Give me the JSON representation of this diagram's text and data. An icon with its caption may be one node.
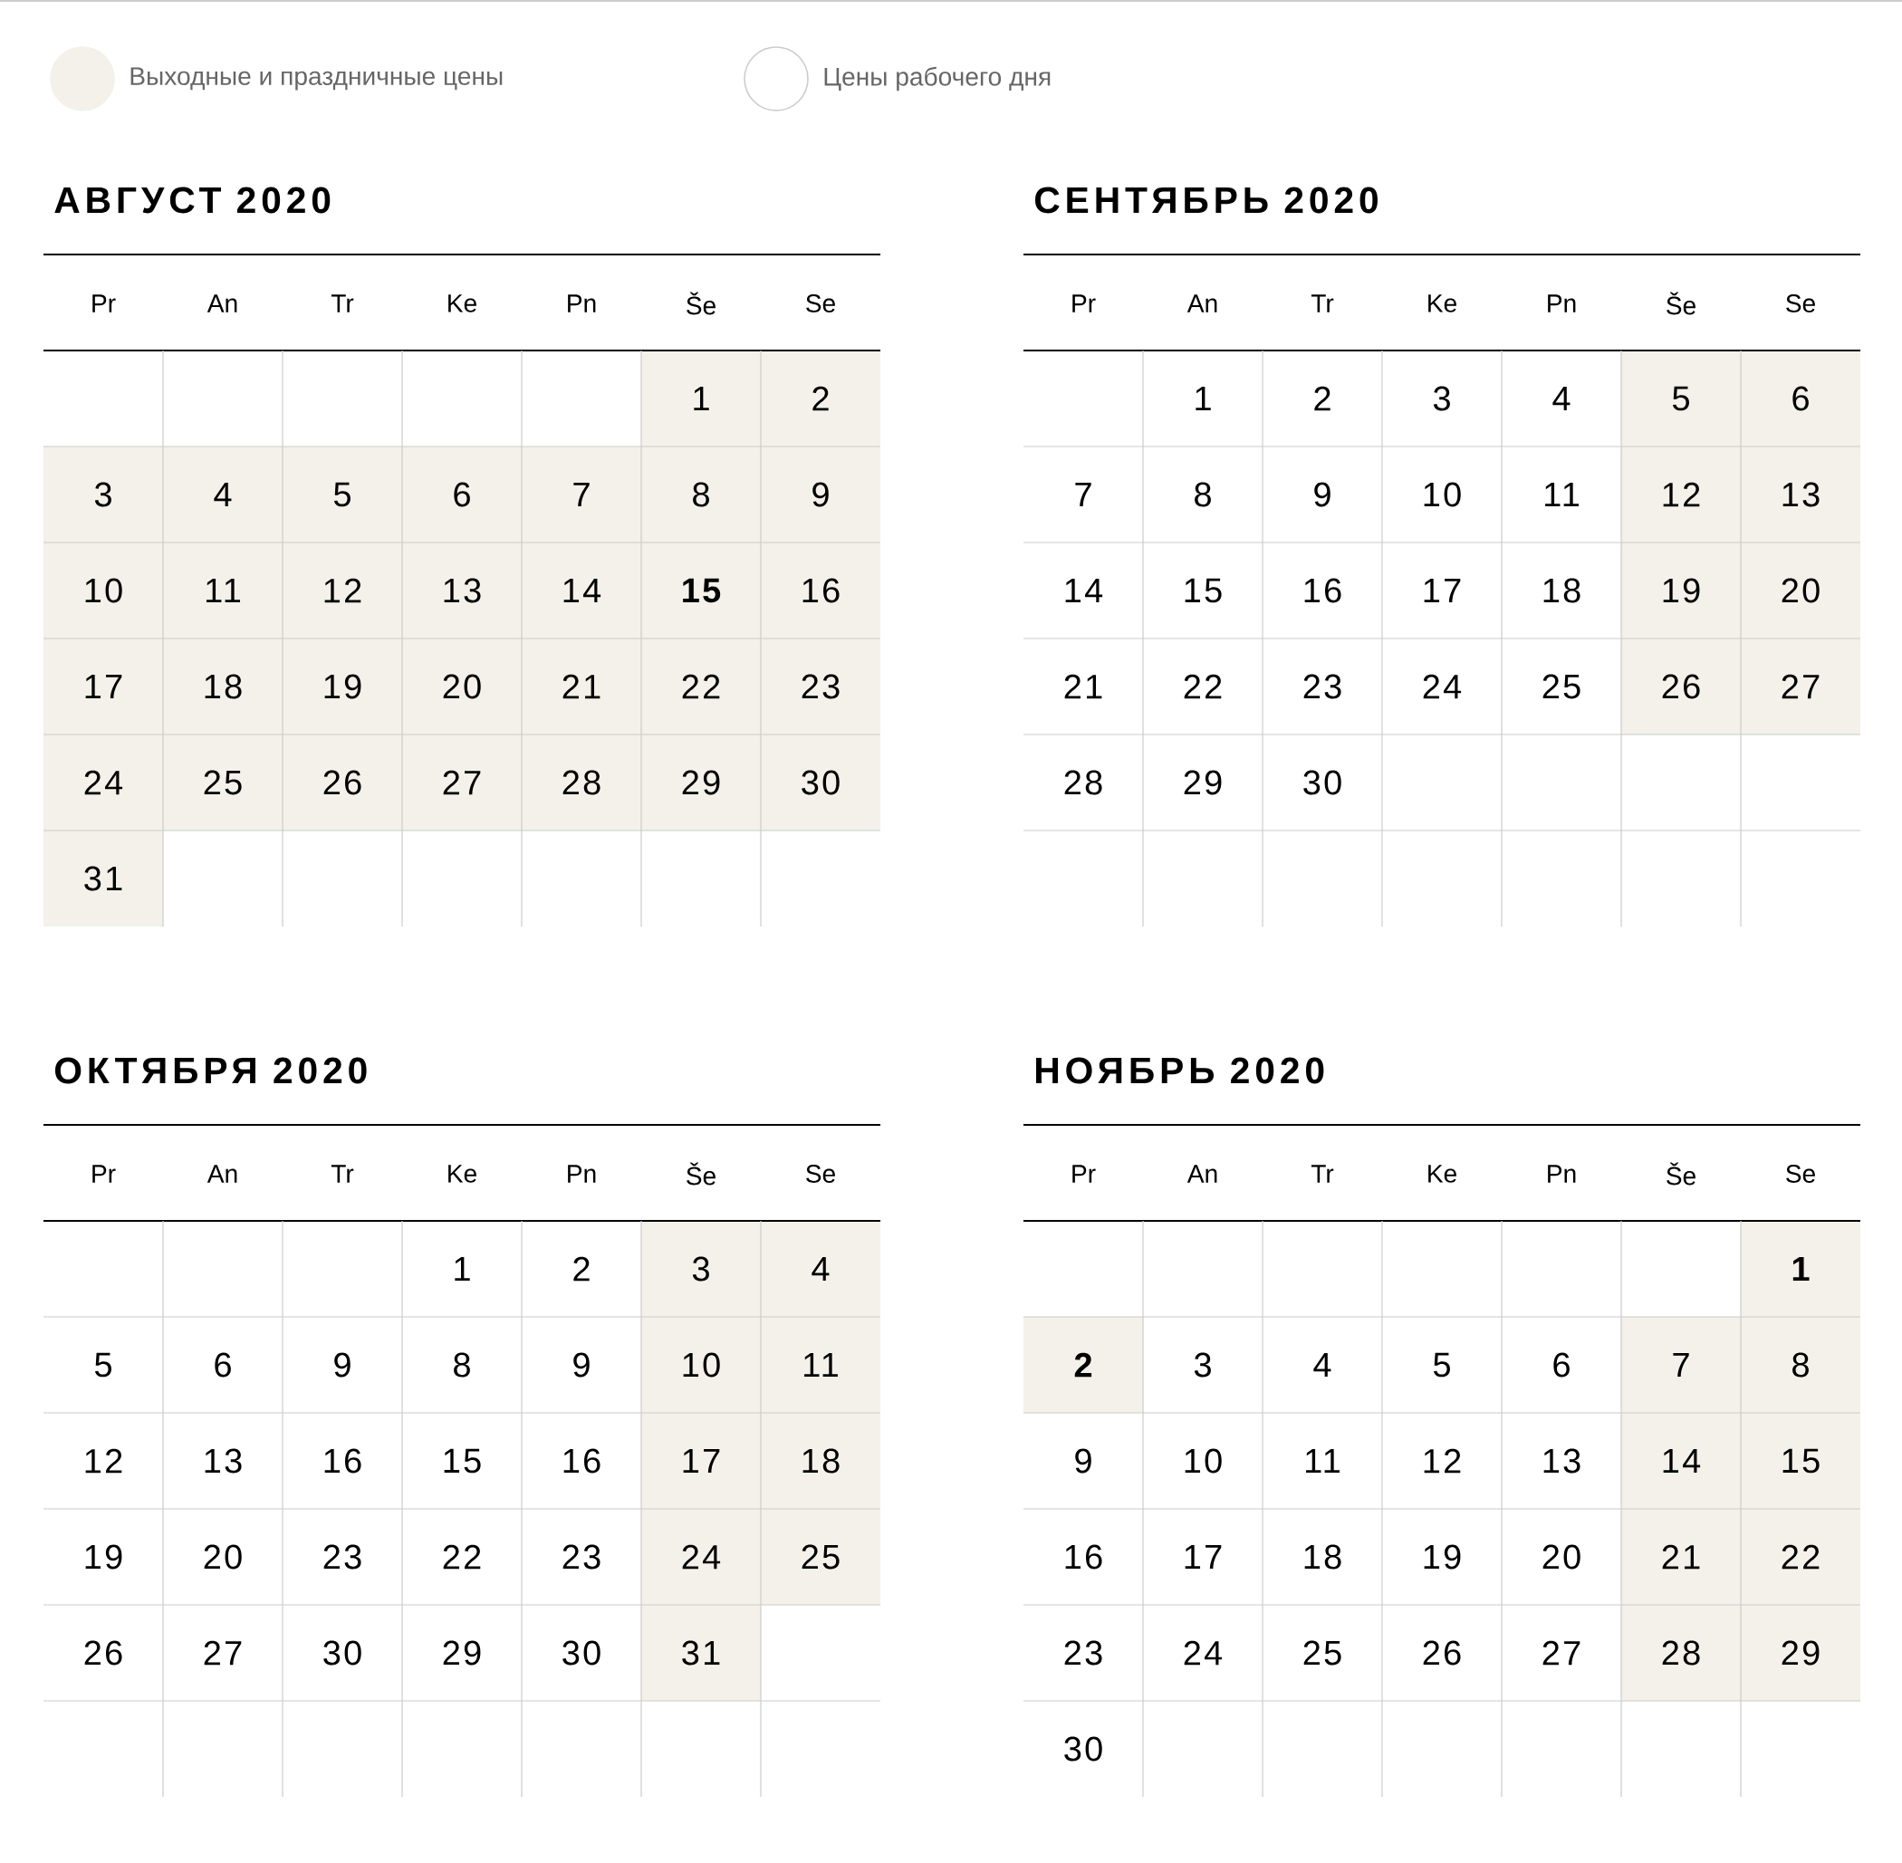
{
  "diagram": {
    "nodes": [
      {
        "text": [
          "1"
        ]
      },
      {
        "text": [
          "2"
        ]
      },
      {
        "text": [
          "3"
        ]
      },
      {
        "text": [
          "4"
        ]
      },
      {
        "text": [
          "5"
        ]
      },
      {
        "text": [
          "6"
        ]
      },
      {
        "text": [
          "7"
        ]
      },
      {
        "text": [
          "8"
        ]
      },
      {
        "text": [
          "9"
        ]
      },
      {
        "text": [
          "10"
        ]
      },
      {
        "text": [
          "11"
        ]
      },
      {
        "text": [
          "12"
        ]
      },
      {
        "text": [
          "13"
        ]
      },
      {
        "text": [
          "14"
        ]
      },
      {
        "text": [
          "15"
        ]
      },
      {
        "text": [
          "16"
        ]
      },
      {
        "text": [
          "17"
        ]
      },
      {
        "text": [
          "18"
        ]
      },
      {
        "text": [
          "19"
        ]
      },
      {
        "text": [
          "20"
        ]
      },
      {
        "text": [
          "21"
        ]
      },
      {
        "text": [
          "22"
        ]
      },
      {
        "text": [
          "23"
        ]
      },
      {
        "text": [
          "24"
        ]
      },
      {
        "text": [
          "25"
        ]
      },
      {
        "text": [
          "26"
        ]
      },
      {
        "text": [
          "27"
        ]
      },
      {
        "text": [
          "28"
        ]
      },
      {
        "text": [
          "29"
        ]
      },
      {
        "text": [
          "30"
        ]
      },
      {
        "text": [
          "31"
        ]
      },
      {
        "text": [
          "1"
        ]
      },
      {
        "text": [
          "2"
        ]
      },
      {
        "text": [
          "3"
        ]
      },
      {
        "text": [
          "4"
        ]
      },
      {
        "text": [
          "5"
        ]
      },
      {
        "text": [
          "6"
        ]
      },
      {
        "text": [
          "7"
        ]
      },
      {
        "text": [
          "8"
        ]
      },
      {
        "text": [
          "9"
        ]
      },
      {
        "text": [
          "10"
        ]
      },
      {
        "text": [
          "11"
        ]
      },
      {
        "text": [
          "12"
        ]
      },
      {
        "text": [
          "13"
        ]
      },
      {
        "text": [
          "14"
        ]
      },
      {
        "text": [
          "15"
        ]
      },
      {
        "text": [
          "16"
        ]
      },
      {
        "text": [
          "17"
        ]
      },
      {
        "text": [
          "18"
        ]
      },
      {
        "text": [
          "19"
        ]
      },
      {
        "text": [
          "20"
        ]
      },
      {
        "text": [
          "21"
        ]
      },
      {
        "text": [
          "22"
        ]
      },
      {
        "text": [
          "23"
        ]
      },
      {
        "text": [
          "24"
        ]
      },
      {
        "text": [
          "25"
        ]
      },
      {
        "text": [
          "26"
        ]
      },
      {
        "text": [
          "27"
        ]
      },
      {
        "text": [
          "28"
        ]
      },
      {
        "text": [
          "29"
        ]
      },
      {
        "text": [
          "30"
        ]
      },
      {
        "text": [
          "1"
        ]
      },
      {
        "text": [
          "2"
        ]
      },
      {
        "text": [
          "3"
        ]
      },
      {
        "text": [
          "4"
        ]
      },
      {
        "text": [
          "5"
        ]
      },
      {
        "text": [
          "6"
        ]
      },
      {
        "text": [
          "9"
        ]
      },
      {
        "text": [
          "8"
        ]
      },
      {
        "text": [
          "9"
        ]
      },
      {
        "text": [
          "10"
        ]
      },
      {
        "text": [
          "11"
        ]
      },
      {
        "text": [
          "12"
        ]
      },
      {
        "text": [
          "13"
        ]
      },
      {
        "text": [
          "16"
        ]
      },
      {
        "text": [
          "15"
        ]
      },
      {
        "text": [
          "16"
        ]
      },
      {
        "text": [
          "17"
        ]
      },
      {
        "text": [
          "18"
        ]
      },
      {
        "text": [
          "19"
        ]
      },
      {
        "text": [
          "20"
        ]
      },
      {
        "text": [
          "23"
        ]
      },
      {
        "text": [
          "22"
        ]
      },
      {
        "text": [
          "23"
        ]
      },
      {
        "text": [
          "24"
        ]
      },
      {
        "text": [
          "25"
        ]
      },
      {
        "text": [
          "26"
        ]
      },
      {
        "text": [
          "27"
        ]
      },
      {
        "text": [
          "30"
        ]
      },
      {
        "text": [
          "29"
        ]
      },
      {
        "text": [
          "30"
        ]
      },
      {
        "text": [
          "31"
        ]
      },
      {
        "text": [
          "1"
        ]
      },
      {
        "text": [
          "2"
        ]
      },
      {
        "text": [
          "3"
        ]
      },
      {
        "text": [
          "4"
        ]
      },
      {
        "text": [
          "5"
        ]
      },
      {
        "text": [
          "6"
        ]
      },
      {
        "text": [
          "7"
        ]
      },
      {
        "text": [
          "8"
        ]
      },
      {
        "text": [
          "9"
        ]
      },
      {
        "text": [
          "10"
        ]
      },
      {
        "text": [
          "11"
        ]
      },
      {
        "text": [
          "12"
        ]
      },
      {
        "text": [
          "13"
        ]
      },
      {
        "text": [
          "14"
        ]
      },
      {
        "text": [
          "15"
        ]
      },
      {
        "text": [
          "16"
        ]
      },
      {
        "text": [
          "17"
        ]
      },
      {
        "text": [
          "18"
        ]
      },
      {
        "text": [
          "19"
        ]
      },
      {
        "text": [
          "20"
        ]
      },
      {
        "text": [
          "21"
        ]
      },
      {
        "text": [
          "22"
        ]
      },
      {
        "text": [
          "23"
        ]
      },
      {
        "text": [
          "24"
        ]
      },
      {
        "text": [
          "25"
        ]
      },
      {
        "text": [
          "26"
        ]
      },
      {
        "text": [
          "27"
        ]
      },
      {
        "text": [
          "28"
        ]
      },
      {
        "text": [
          "29"
        ]
      },
      {
        "text": [
          "30"
        ]
      }
    ],
    "labels": [
      "АВГУСТ 2020",
      "Pr",
      "An",
      "Tr",
      "Ke",
      "Pn",
      "Še",
      "Se",
      "СЕНТЯБРЬ 2020",
      "Pr",
      "An",
      "Tr",
      "Ke",
      "Pn",
      "Še",
      "Se",
      "ОКТЯБРЯ 2020",
      "Pr",
      "An",
      "Tr",
      "Ke",
      "Pn",
      "Še",
      "Se",
      "НОЯБРЬ 2020",
      "Pr",
      "An",
      "Tr",
      "Ke",
      "Pn",
      "Še",
      "Se"
    ],
    "legend": [
      {
        "text": "Выходные и праздничные цены",
        "color": "#f3f1e9"
      },
      {
        "text": "Цены рабочего дня"
      }
    ]
  }
}
